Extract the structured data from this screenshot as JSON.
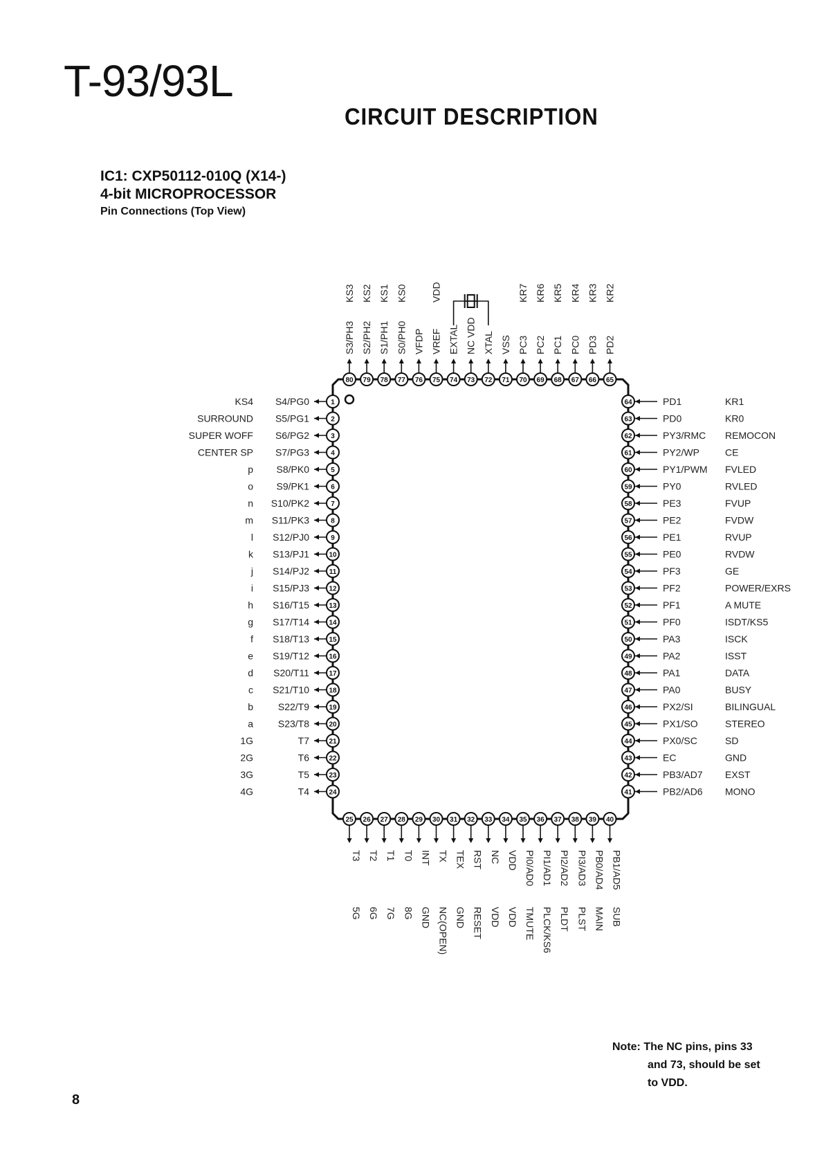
{
  "header": {
    "model": "T-93/93L",
    "section": "CIRCUIT DESCRIPTION"
  },
  "ic": {
    "title": "IC1: CXP50112-010Q (X14-)",
    "subtitle": "4-bit MICROPROCESSOR",
    "view": "Pin Connections (Top View)"
  },
  "pins": {
    "left": [
      {
        "num": "1",
        "name": "S4/PG0",
        "func": "KS4"
      },
      {
        "num": "2",
        "name": "S5/PG1",
        "func": "SURROUND"
      },
      {
        "num": "3",
        "name": "S6/PG2",
        "func": "SUPER WOFF"
      },
      {
        "num": "4",
        "name": "S7/PG3",
        "func": "CENTER SP"
      },
      {
        "num": "5",
        "name": "S8/PK0",
        "func": "p"
      },
      {
        "num": "6",
        "name": "S9/PK1",
        "func": "o"
      },
      {
        "num": "7",
        "name": "S10/PK2",
        "func": "n"
      },
      {
        "num": "8",
        "name": "S11/PK3",
        "func": "m"
      },
      {
        "num": "9",
        "name": "S12/PJ0",
        "func": "l"
      },
      {
        "num": "10",
        "name": "S13/PJ1",
        "func": "k"
      },
      {
        "num": "11",
        "name": "S14/PJ2",
        "func": "j"
      },
      {
        "num": "12",
        "name": "S15/PJ3",
        "func": "i"
      },
      {
        "num": "13",
        "name": "S16/T15",
        "func": "h"
      },
      {
        "num": "14",
        "name": "S17/T14",
        "func": "g"
      },
      {
        "num": "15",
        "name": "S18/T13",
        "func": "f"
      },
      {
        "num": "16",
        "name": "S19/T12",
        "func": "e"
      },
      {
        "num": "17",
        "name": "S20/T11",
        "func": "d"
      },
      {
        "num": "18",
        "name": "S21/T10",
        "func": "c"
      },
      {
        "num": "19",
        "name": "S22/T9",
        "func": "b"
      },
      {
        "num": "20",
        "name": "S23/T8",
        "func": "a"
      },
      {
        "num": "21",
        "name": "T7",
        "func": "1G"
      },
      {
        "num": "22",
        "name": "T6",
        "func": "2G"
      },
      {
        "num": "23",
        "name": "T5",
        "func": "3G"
      },
      {
        "num": "24",
        "name": "T4",
        "func": "4G"
      }
    ],
    "right": [
      {
        "num": "64",
        "name": "PD1",
        "func": "KR1"
      },
      {
        "num": "63",
        "name": "PD0",
        "func": "KR0"
      },
      {
        "num": "62",
        "name": "PY3/RMC",
        "func": "REMOCON"
      },
      {
        "num": "61",
        "name": "PY2/WP",
        "func": "CE"
      },
      {
        "num": "60",
        "name": "PY1/PWM",
        "func": "FVLED"
      },
      {
        "num": "59",
        "name": "PY0",
        "func": "RVLED"
      },
      {
        "num": "58",
        "name": "PE3",
        "func": "FVUP"
      },
      {
        "num": "57",
        "name": "PE2",
        "func": "FVDW"
      },
      {
        "num": "56",
        "name": "PE1",
        "func": "RVUP"
      },
      {
        "num": "55",
        "name": "PE0",
        "func": "RVDW"
      },
      {
        "num": "54",
        "name": "PF3",
        "func": "GE"
      },
      {
        "num": "53",
        "name": "PF2",
        "func": "POWER/EXRS"
      },
      {
        "num": "52",
        "name": "PF1",
        "func": "A MUTE"
      },
      {
        "num": "51",
        "name": "PF0",
        "func": "ISDT/KS5"
      },
      {
        "num": "50",
        "name": "PA3",
        "func": "ISCK"
      },
      {
        "num": "49",
        "name": "PA2",
        "func": "ISST"
      },
      {
        "num": "48",
        "name": "PA1",
        "func": "DATA"
      },
      {
        "num": "47",
        "name": "PA0",
        "func": "BUSY"
      },
      {
        "num": "46",
        "name": "PX2/SI",
        "func": "BILINGUAL"
      },
      {
        "num": "45",
        "name": "PX1/SO",
        "func": "STEREO"
      },
      {
        "num": "44",
        "name": "PX0/SC",
        "func": "SD"
      },
      {
        "num": "43",
        "name": "EC",
        "func": "GND"
      },
      {
        "num": "42",
        "name": "PB3/AD7",
        "func": "EXST"
      },
      {
        "num": "41",
        "name": "PB2/AD6",
        "func": "MONO"
      }
    ],
    "top": [
      {
        "num": "80",
        "name": "S3/PH3",
        "func": "KS3"
      },
      {
        "num": "79",
        "name": "S2/PH2",
        "func": "KS2"
      },
      {
        "num": "78",
        "name": "S1/PH1",
        "func": "KS1"
      },
      {
        "num": "77",
        "name": "S0/PH0",
        "func": "KS0"
      },
      {
        "num": "76",
        "name": "VFDP",
        "func": ""
      },
      {
        "num": "75",
        "name": "VREF",
        "func": "VDD"
      },
      {
        "num": "74",
        "name": "EXTAL",
        "func": ""
      },
      {
        "num": "73",
        "name": "NC VDD",
        "func": ""
      },
      {
        "num": "72",
        "name": "XTAL",
        "func": ""
      },
      {
        "num": "71",
        "name": "VSS",
        "func": ""
      },
      {
        "num": "70",
        "name": "PC3",
        "func": "KR7"
      },
      {
        "num": "69",
        "name": "PC2",
        "func": "KR6"
      },
      {
        "num": "68",
        "name": "PC1",
        "func": "KR5"
      },
      {
        "num": "67",
        "name": "PC0",
        "func": "KR4"
      },
      {
        "num": "66",
        "name": "PD3",
        "func": "KR3"
      },
      {
        "num": "65",
        "name": "PD2",
        "func": "KR2"
      }
    ],
    "bottom": [
      {
        "num": "25",
        "name": "T3",
        "func": "5G"
      },
      {
        "num": "26",
        "name": "T2",
        "func": "6G"
      },
      {
        "num": "27",
        "name": "T1",
        "func": "7G"
      },
      {
        "num": "28",
        "name": "T0",
        "func": "8G"
      },
      {
        "num": "29",
        "name": "INT",
        "func": "GND"
      },
      {
        "num": "30",
        "name": "TX",
        "func": "NC(OPEN)"
      },
      {
        "num": "31",
        "name": "TEX",
        "func": "GND"
      },
      {
        "num": "32",
        "name": "RST",
        "func": "RESET"
      },
      {
        "num": "33",
        "name": "NC",
        "func": "VDD"
      },
      {
        "num": "34",
        "name": "VDD",
        "func": "VDD"
      },
      {
        "num": "35",
        "name": "PI0/AD0",
        "func": "TMUTE"
      },
      {
        "num": "36",
        "name": "PI1/AD1",
        "func": "PLCK/KS6"
      },
      {
        "num": "37",
        "name": "PI2/AD2",
        "func": "PLDT"
      },
      {
        "num": "38",
        "name": "PI3/AD3",
        "func": "PLST"
      },
      {
        "num": "39",
        "name": "PB0/AD4",
        "func": "MAIN"
      },
      {
        "num": "40",
        "name": "PB1/AD5",
        "func": "SUB"
      }
    ]
  },
  "note": {
    "line1": "Note: The NC pins, pins 33",
    "line2": "and 73, should be set",
    "line3": "to VDD."
  },
  "footer": {
    "page": "8"
  }
}
